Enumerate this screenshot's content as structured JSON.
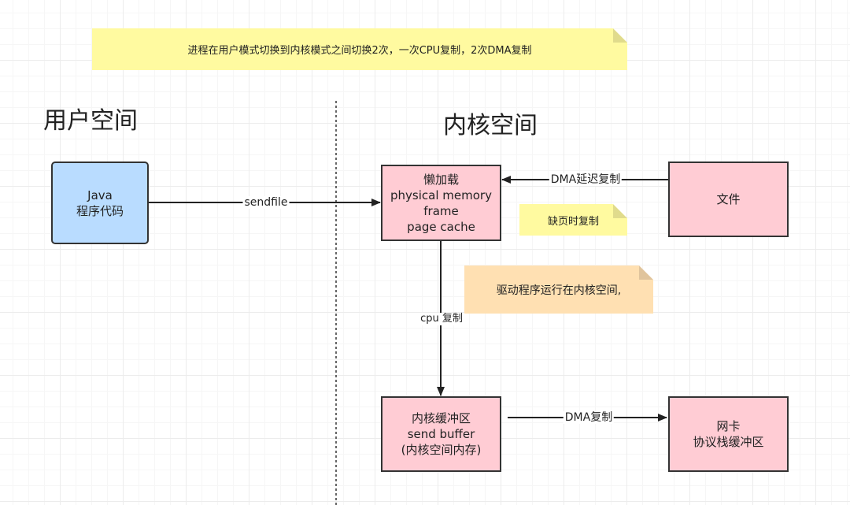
{
  "notes": {
    "top": "进程在用户模式切换到内核模式之间切换2次，一次CPU复制，2次DMA复制",
    "page_fault": "缺页时复制",
    "driver": "驱动程序运行在内核空间,"
  },
  "sections": {
    "user_space": "用户空间",
    "kernel_space": "内核空间"
  },
  "nodes": {
    "java": [
      "Java",
      "程序代码"
    ],
    "page_cache": [
      "懒加载",
      "physical memory",
      "frame",
      "page cache"
    ],
    "file": [
      "文件"
    ],
    "send_buffer": [
      "内核缓冲区",
      "send buffer",
      "(内核空间内存)"
    ],
    "nic": [
      "网卡",
      "协议栈缓冲区"
    ]
  },
  "edges": {
    "sendfile": "sendfile",
    "dma_delayed": "DMA延迟复制",
    "cpu_copy": "cpu 复制",
    "dma_copy": "DMA复制"
  }
}
